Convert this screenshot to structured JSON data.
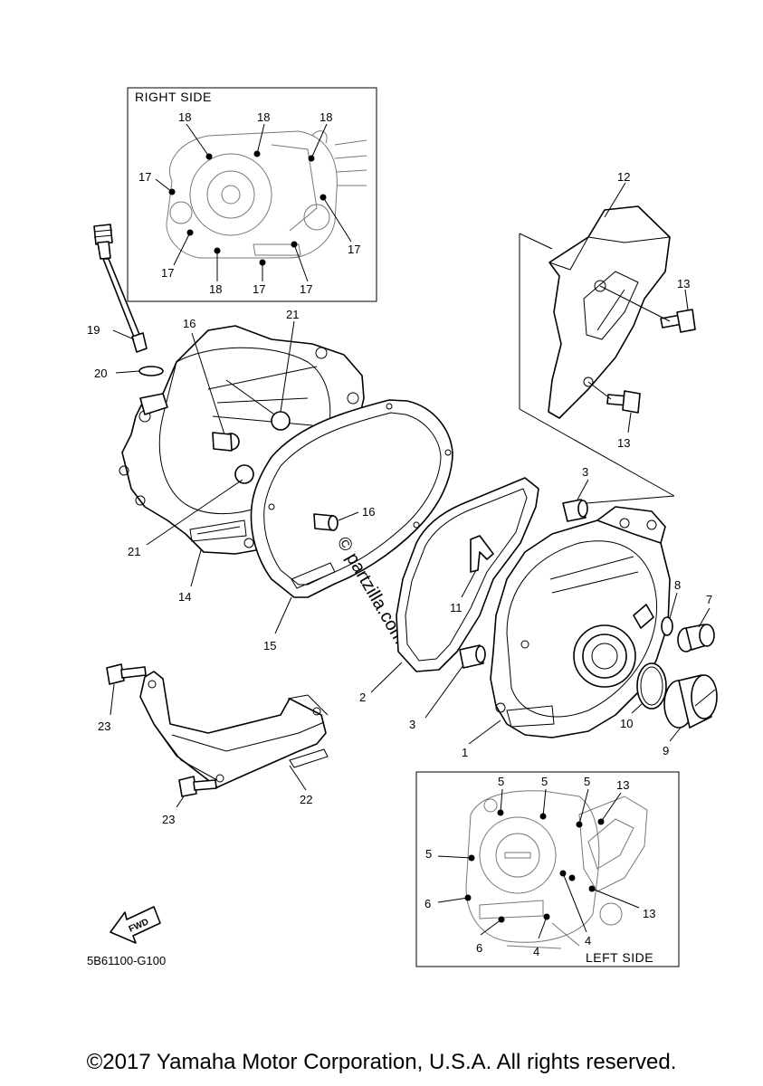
{
  "insets": {
    "right_side": {
      "title": "RIGHT SIDE",
      "callouts": {
        "c18a": "18",
        "c18b": "18",
        "c18c": "18",
        "c18d": "18",
        "c17a": "17",
        "c17b": "17",
        "c17c": "17",
        "c17d": "17",
        "c17e": "17"
      }
    },
    "left_side": {
      "title": "LEFT SIDE",
      "callouts": {
        "c5a": "5",
        "c5b": "5",
        "c5c": "5",
        "c5d": "5",
        "c6a": "6",
        "c6b": "6",
        "c4a": "4",
        "c4b": "4",
        "c13a": "13",
        "c13b": "13"
      }
    }
  },
  "callouts": {
    "p1": "1",
    "p2": "2",
    "p3a": "3",
    "p3b": "3",
    "p7": "7",
    "p8": "8",
    "p9": "9",
    "p10": "10",
    "p11": "11",
    "p12": "12",
    "p13a": "13",
    "p13b": "13",
    "p14": "14",
    "p15": "15",
    "p16a": "16",
    "p16b": "16",
    "p19": "19",
    "p20": "20",
    "p21a": "21",
    "p21b": "21",
    "p22": "22",
    "p23a": "23",
    "p23b": "23"
  },
  "fwd_label": "FWD",
  "diagram_code": "5B61100-G100",
  "watermark": "© partzilla.com",
  "copyright": "©2017 Yamaha Motor Corporation, U.S.A. All rights reserved."
}
